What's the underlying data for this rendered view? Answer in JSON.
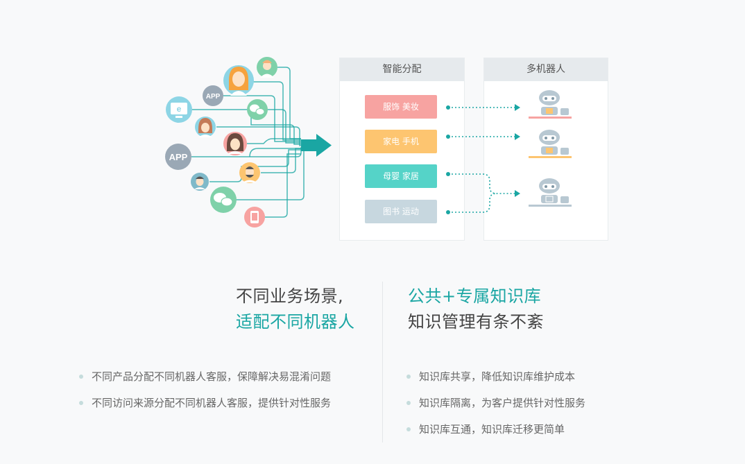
{
  "colors": {
    "teal": "#1aa6a3",
    "pink": "#f7a3a1",
    "orange": "#fdc570",
    "mint": "#55d3c8",
    "grey": "#c7d7df"
  },
  "diagram": {
    "source_badges": [
      "APP",
      "APP"
    ],
    "panel_assign": {
      "title": "智能分配"
    },
    "panel_robots": {
      "title": "多机器人"
    },
    "categories": [
      {
        "label": "服饰 美妆",
        "color": "#f7a3a1"
      },
      {
        "label": "家电 手机",
        "color": "#fdc570"
      },
      {
        "label": "母婴 家居",
        "color": "#55d3c8"
      },
      {
        "label": "图书 运动",
        "color": "#c7d7df"
      }
    ]
  },
  "left_feature": {
    "title_line1": "不同业务场景,",
    "title_line2": "适配不同机器人",
    "bullets": [
      "不同产品分配不同机器人客服，保障解决易混淆问题",
      "不同访问来源分配不同机器人客服，提供针对性服务"
    ]
  },
  "right_feature": {
    "title_line1": "公共+专属知识库",
    "title_line2": "知识管理有条不紊",
    "bullets": [
      "知识库共享，降低知识库维护成本",
      "知识库隔离，为客户提供针对性服务",
      "知识库互通，知识库迁移更简单"
    ]
  }
}
